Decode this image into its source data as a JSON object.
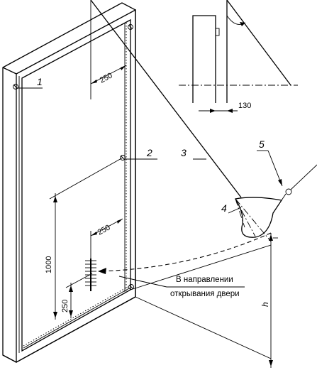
{
  "labels": {
    "callout_1": "1",
    "callout_2": "2",
    "callout_3": "3",
    "callout_4": "4",
    "callout_5": "5"
  },
  "dimensions": {
    "top_offset": "250",
    "middle_offset": "250",
    "height_total": "1000",
    "height_lower": "250",
    "detail_gap": "130",
    "drop_height": "h"
  },
  "annotation": {
    "line1": "В направлении",
    "line2": "открывания двери"
  }
}
